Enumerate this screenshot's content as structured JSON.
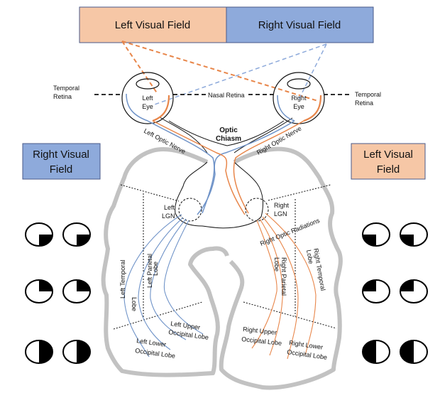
{
  "colors": {
    "left_field": "#f6c7a6",
    "right_field": "#8eaadb",
    "box_border": "#4a5a8a",
    "left_pathway": "#6f93c8",
    "right_pathway": "#e8864a",
    "brain_outline": "#c2c2c2",
    "ink": "#111111"
  },
  "top_banner": {
    "left_label": "Left Visual Field",
    "right_label": "Right Visual Field"
  },
  "eyes": {
    "left": {
      "line1": "Left",
      "line2": "Eye"
    },
    "right": {
      "line1": "Right",
      "line2": "Eye"
    }
  },
  "retina_labels": {
    "left_temporal_1": "Temporal",
    "left_temporal_2": "Retina",
    "nasal": "Nasal Retina",
    "right_temporal_1": "Temporal",
    "right_temporal_2": "Retina"
  },
  "optic": {
    "chiasm_1": "Optic",
    "chiasm_2": "Chiasm",
    "left_nerve": "Left Optic Nerve",
    "right_nerve": "Right Optic Nerve"
  },
  "side_boxes": {
    "left_box_1": "Right Visual",
    "left_box_2": "Field",
    "right_box_1": "Left Visual",
    "right_box_2": "Field"
  },
  "lgn": {
    "left_1": "Left",
    "left_2": "LGN",
    "right_1": "Right",
    "right_2": "LGN"
  },
  "lobes": {
    "left_temporal_1": "Left Temporal",
    "left_temporal_2": "Lobe",
    "left_parietal_1": "Left Parietal",
    "left_parietal_2": "Lobe",
    "left_upper_occ_1": "Left Upper",
    "left_upper_occ_2": "Occipital Lobe",
    "left_lower_occ_1": "Left Lower",
    "left_lower_occ_2": "Occipital Lobe",
    "right_radiations": "Right Optic Radiations",
    "right_parietal_1": "Right Parietal",
    "right_parietal_2": "Lobe",
    "right_temporal_1": "Right Temporal",
    "right_temporal_2": "Lobe",
    "right_upper_occ_1": "Right Upper",
    "right_upper_occ_2": "Occipital Lobe",
    "right_lower_occ_1": "Right Lower",
    "right_lower_occ_2": "Occipital Lobe"
  },
  "field_defects": {
    "left_side": [
      {
        "lesion": "temporal",
        "left_eye": "lower-right-quadrant",
        "right_eye": "lower-right-quadrant"
      },
      {
        "lesion": "parietal",
        "left_eye": "upper-right-quadrant",
        "right_eye": "upper-right-quadrant"
      },
      {
        "lesion": "occipital",
        "left_eye": "right-half",
        "right_eye": "right-half"
      }
    ],
    "right_side": [
      {
        "lesion": "temporal",
        "left_eye": "lower-left-quadrant",
        "right_eye": "lower-left-quadrant"
      },
      {
        "lesion": "parietal",
        "left_eye": "upper-left-quadrant",
        "right_eye": "upper-left-quadrant"
      },
      {
        "lesion": "occipital",
        "left_eye": "left-half",
        "right_eye": "left-half"
      }
    ]
  }
}
